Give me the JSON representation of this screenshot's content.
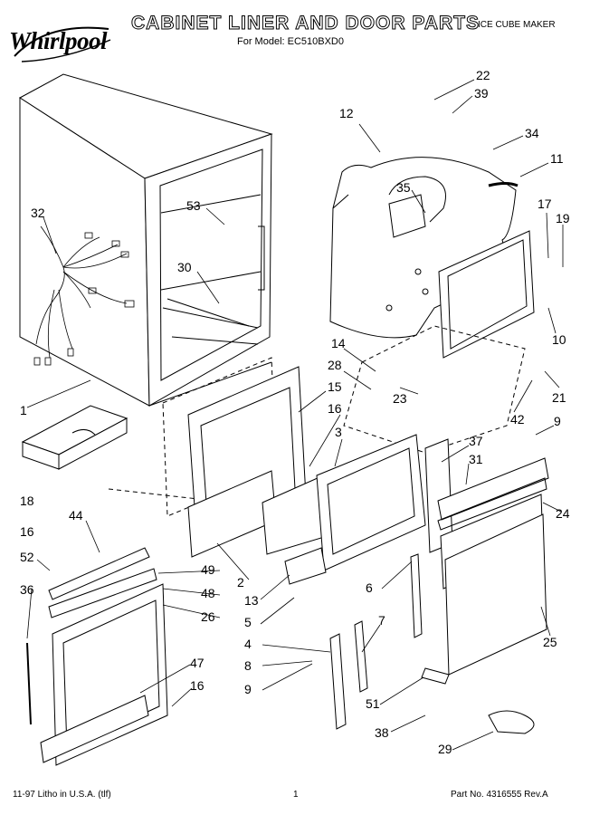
{
  "header": {
    "brand": "Whirlpool",
    "title": "CABINET LINER AND DOOR PARTS",
    "subtitle": "For Model: EC510BXD0",
    "product": "ICE CUBE MAKER"
  },
  "footer": {
    "left": "11-97 Litho in U.S.A. (tlf)",
    "page": "1",
    "right": "Part No. 4316555 Rev.A"
  },
  "callouts": [
    "22",
    "39",
    "12",
    "34",
    "11",
    "35",
    "53",
    "17",
    "19",
    "32",
    "30",
    "10",
    "14",
    "28",
    "15",
    "16",
    "1",
    "23",
    "21",
    "3",
    "42",
    "9",
    "37",
    "31",
    "18",
    "24",
    "16",
    "44",
    "52",
    "49",
    "2",
    "36",
    "48",
    "13",
    "6",
    "26",
    "5",
    "7",
    "25",
    "4",
    "47",
    "8",
    "16",
    "9",
    "51",
    "38",
    "29"
  ]
}
